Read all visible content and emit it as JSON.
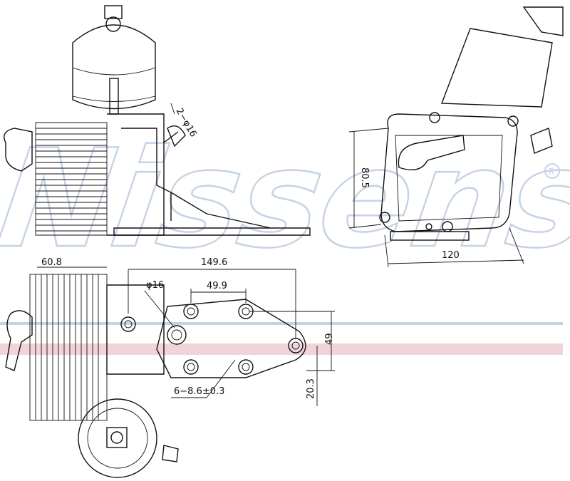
{
  "watermark": {
    "brand": "Nissens",
    "mark": "®",
    "brand_color": "#c5d3e4",
    "stripe_color": "#e9c3cc"
  },
  "dimensions": {
    "holes_top": "2−φ16",
    "height_right": "80.5",
    "width_right": "120",
    "cooler_width": "60.8",
    "overall_length": "149.6",
    "port_dia": "φ16",
    "hole_spacing": "49.9",
    "hole_height": "49",
    "mount_holes": "6−8.6±0.3",
    "offset": "20.3"
  }
}
